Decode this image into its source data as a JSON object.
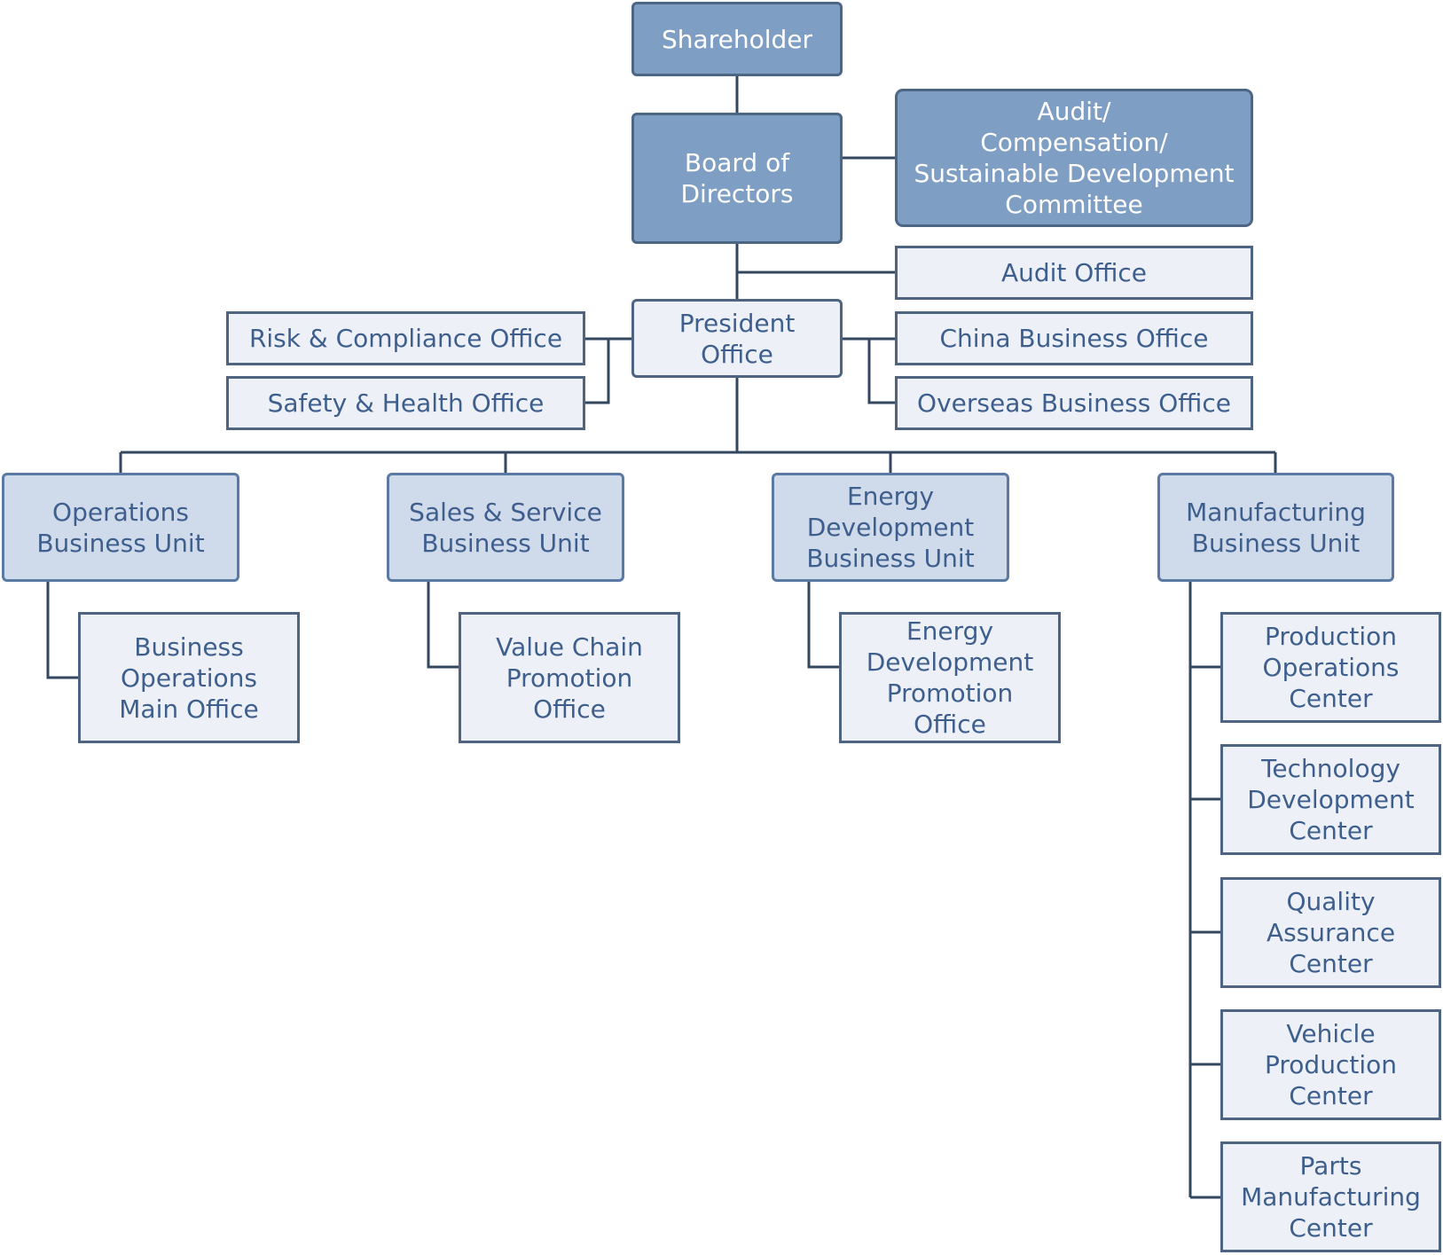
{
  "diagram": {
    "colors": {
      "dark_fill": "#7f9ec3",
      "dark_border": "#4d6684",
      "mid_fill": "#cfdaea",
      "mid_border": "#5a7aa3",
      "light_fill": "#edf1f7",
      "light_border": "#4f6480",
      "text_blue": "#3e5f8d",
      "line": "#33475f"
    },
    "nodes": {
      "shareholder": "Shareholder",
      "board": "Board of\nDirectors",
      "committee": "Audit/\nCompensation/\nSustainable Development\nCommittee",
      "audit_office": "Audit Office",
      "president_office": "President\nOffice",
      "risk_office": "Risk & Compliance Office",
      "safety_office": "Safety & Health Office",
      "china_office": "China Business Office",
      "overseas_office": "Overseas Business Office",
      "operations_bu": "Operations\nBusiness Unit",
      "sales_bu": "Sales & Service\nBusiness Unit",
      "energy_bu": "Energy\nDevelopment\nBusiness Unit",
      "manufacturing_bu": "Manufacturing\nBusiness Unit",
      "business_ops_main": "Business\nOperations\nMain Office",
      "value_chain": "Value Chain\nPromotion\nOffice",
      "energy_promotion": "Energy\nDevelopment\nPromotion\nOffice",
      "production_ops": "Production\nOperations\nCenter",
      "tech_dev": "Technology\nDevelopment\nCenter",
      "quality": "Quality\nAssurance\nCenter",
      "vehicle_prod": "Vehicle\nProduction\nCenter",
      "parts_mfg": "Parts\nManufacturing\nCenter"
    }
  }
}
